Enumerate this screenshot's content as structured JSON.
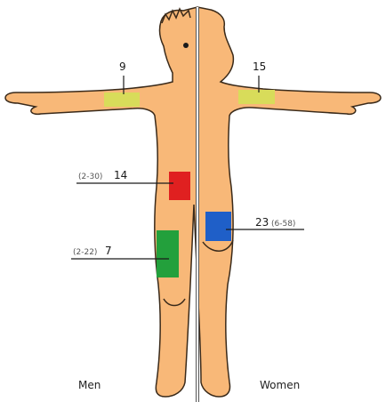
{
  "colors": {
    "skin": "#f8b878",
    "outline": "#3a2a1a",
    "divider": "#555555",
    "background": "#ffffff"
  },
  "figures": {
    "left": {
      "caption": "Men"
    },
    "right": {
      "caption": "Women"
    }
  },
  "regions": [
    {
      "id": "men-arm",
      "value": "9",
      "range": "",
      "color": "#d8dc5a"
    },
    {
      "id": "women-arm",
      "value": "15",
      "range": "",
      "color": "#d8dc5a"
    },
    {
      "id": "men-back",
      "value": "14",
      "range": "(2-30)",
      "color": "#e02020"
    },
    {
      "id": "women-thigh",
      "value": "23",
      "range": "(6-58)",
      "color": "#1f5fc8"
    },
    {
      "id": "men-thigh",
      "value": "7",
      "range": "(2-22)",
      "color": "#23a03c"
    }
  ]
}
